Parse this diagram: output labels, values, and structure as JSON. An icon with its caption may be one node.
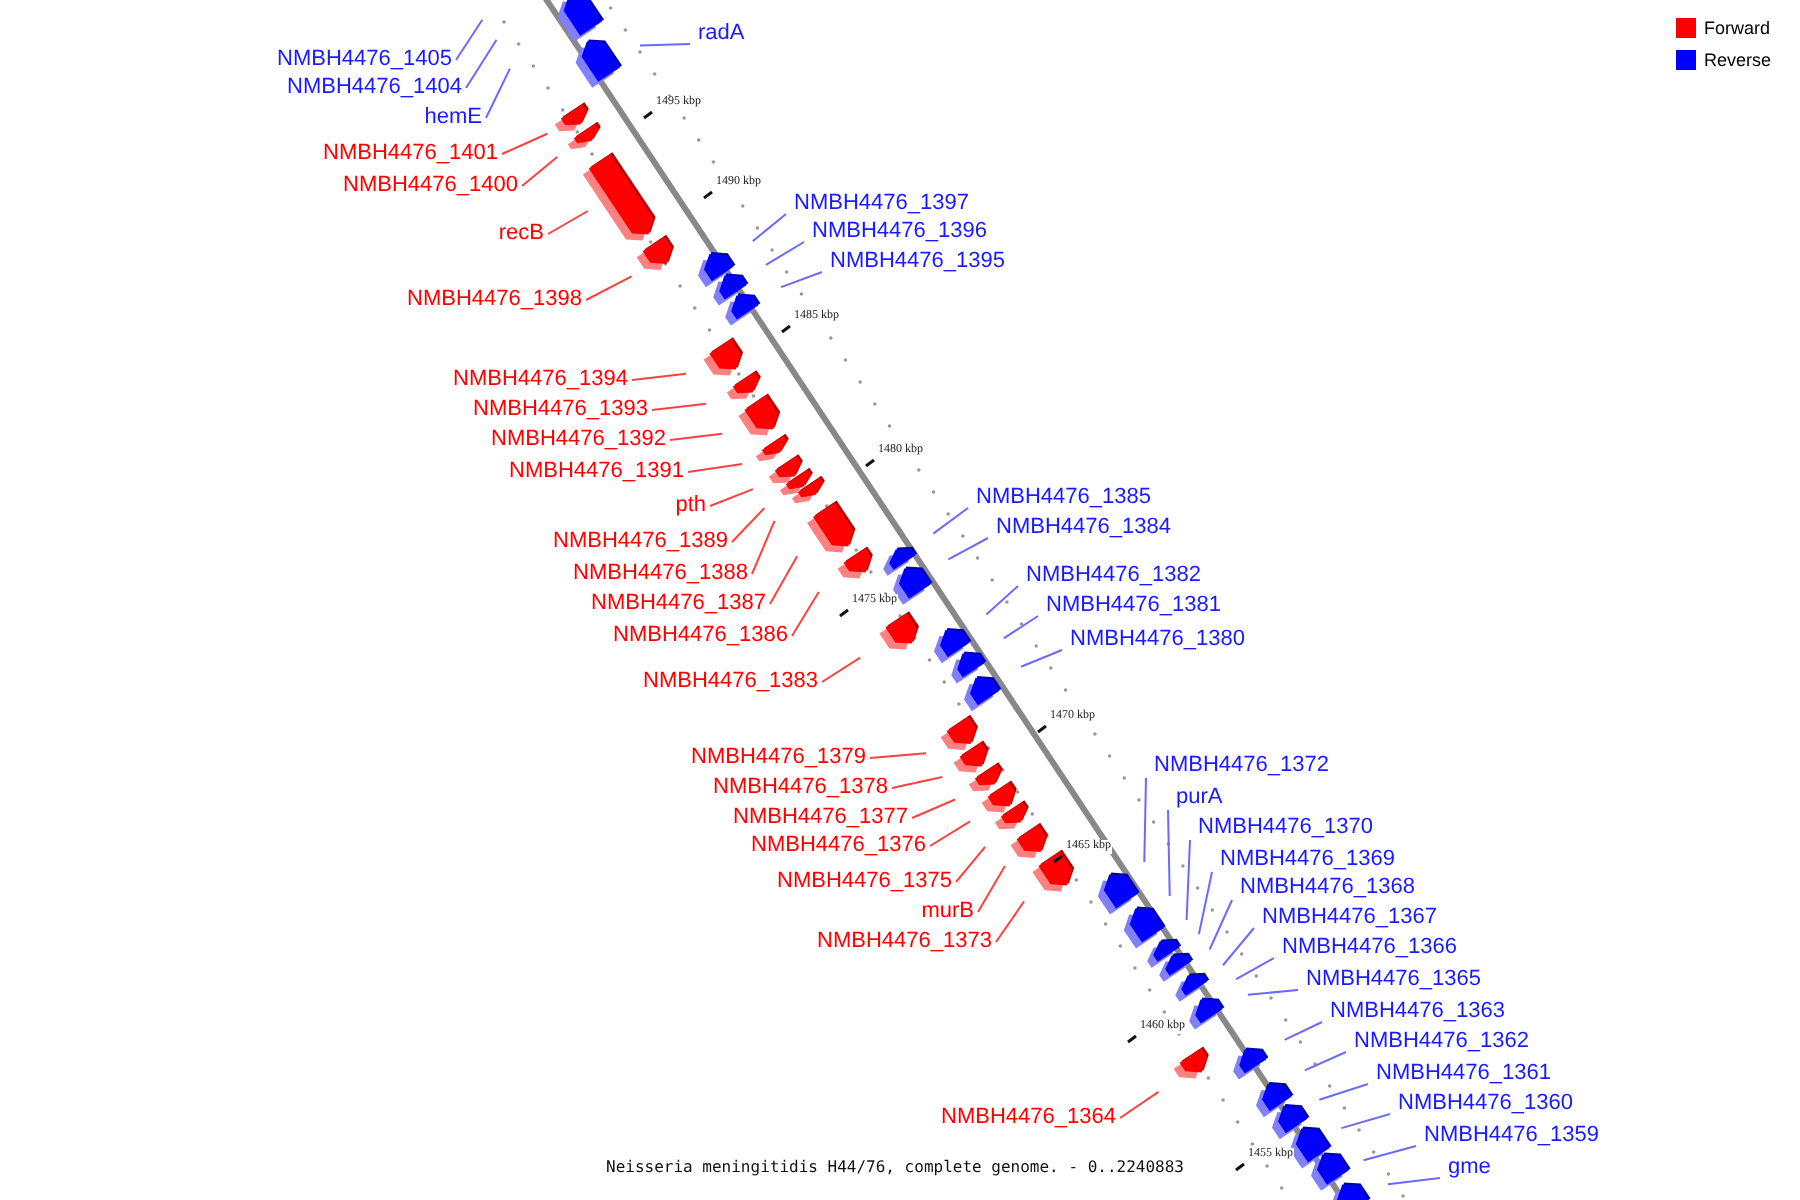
{
  "diagram": {
    "caption": "Neisseria meningitidis H44/76, complete genome. - 0..2240883",
    "nodes": [
      {
        "text": [
          "radA"
        ]
      },
      {
        "text": [
          "NMBH4476_1405"
        ]
      },
      {
        "text": [
          "NMBH4476_1404"
        ]
      },
      {
        "text": [
          "hemE"
        ]
      },
      {
        "text": [
          "NMBH4476_1401"
        ]
      },
      {
        "text": [
          "NMBH4476_1400"
        ]
      },
      {
        "text": [
          "NMBH4476_1397"
        ]
      },
      {
        "text": [
          "NMBH4476_1396"
        ]
      },
      {
        "text": [
          "recB"
        ]
      },
      {
        "text": [
          "NMBH4476_1395"
        ]
      },
      {
        "text": [
          "NMBH4476_1398"
        ]
      },
      {
        "text": [
          "NMBH4476_1394"
        ]
      },
      {
        "text": [
          "NMBH4476_1393"
        ]
      },
      {
        "text": [
          "NMBH4476_1392"
        ]
      },
      {
        "text": [
          "NMBH4476_1391"
        ]
      },
      {
        "text": [
          "NMBH4476_1385"
        ]
      },
      {
        "text": [
          "pth"
        ]
      },
      {
        "text": [
          "NMBH4476_1384"
        ]
      },
      {
        "text": [
          "NMBH4476_1389"
        ]
      },
      {
        "text": [
          "NMBH4476_1388"
        ]
      },
      {
        "text": [
          "NMBH4476_1382"
        ]
      },
      {
        "text": [
          "NMBH4476_1387"
        ]
      },
      {
        "text": [
          "NMBH4476_1381"
        ]
      },
      {
        "text": [
          "NMBH4476_1386"
        ]
      },
      {
        "text": [
          "NMBH4476_1380"
        ]
      },
      {
        "text": [
          "NMBH4476_1383"
        ]
      },
      {
        "text": [
          "NMBH4476_1379"
        ]
      },
      {
        "text": [
          "NMBH4476_1372"
        ]
      },
      {
        "text": [
          "NMBH4476_1378"
        ]
      },
      {
        "text": [
          "purA"
        ]
      },
      {
        "text": [
          "NMBH4476_1377"
        ]
      },
      {
        "text": [
          "NMBH4476_1370"
        ]
      },
      {
        "text": [
          "NMBH4476_1376"
        ]
      },
      {
        "text": [
          "NMBH4476_1369"
        ]
      },
      {
        "text": [
          "NMBH4476_1375"
        ]
      },
      {
        "text": [
          "NMBH4476_1368"
        ]
      },
      {
        "text": [
          "murB"
        ]
      },
      {
        "text": [
          "NMBH4476_1367"
        ]
      },
      {
        "text": [
          "NMBH4476_1373"
        ]
      },
      {
        "text": [
          "NMBH4476_1366"
        ]
      },
      {
        "text": [
          "NMBH4476_1365"
        ]
      },
      {
        "text": [
          "NMBH4476_1363"
        ]
      },
      {
        "text": [
          "NMBH4476_1362"
        ]
      },
      {
        "text": [
          "NMBH4476_1361"
        ]
      },
      {
        "text": [
          "NMBH4476_1360"
        ]
      },
      {
        "text": [
          "NMBH4476_1364"
        ]
      },
      {
        "text": [
          "NMBH4476_1359"
        ]
      },
      {
        "text": [
          "gme"
        ]
      }
    ],
    "edges": [
      {
        "from": 0,
        "to": null,
        "arrow": "none"
      },
      {
        "from": 1,
        "to": null,
        "arrow": "none"
      },
      {
        "from": 2,
        "to": null,
        "arrow": "none"
      },
      {
        "from": 3,
        "to": null,
        "arrow": "none"
      },
      {
        "from": 4,
        "to": null,
        "arrow": "none",
        "color": "#ff4040"
      },
      {
        "from": 5,
        "to": null,
        "arrow": "none",
        "color": "#ff4040"
      },
      {
        "from": 6,
        "to": null,
        "arrow": "none"
      },
      {
        "from": 7,
        "to": null,
        "arrow": "none"
      },
      {
        "from": 8,
        "to": null,
        "arrow": "none",
        "color": "#ff4040"
      },
      {
        "from": 9,
        "to": null,
        "arrow": "none"
      },
      {
        "from": 10,
        "to": null,
        "arrow": "none",
        "color": "#ff4040"
      },
      {
        "from": 11,
        "to": null,
        "arrow": "none",
        "color": "#ff4040"
      },
      {
        "from": 12,
        "to": null,
        "arrow": "none",
        "color": "#ff4040"
      },
      {
        "from": 13,
        "to": null,
        "arrow": "none",
        "color": "#ff4040"
      },
      {
        "from": 14,
        "to": null,
        "arrow": "none",
        "color": "#ff4040"
      },
      {
        "from": 15,
        "to": null,
        "arrow": "none"
      },
      {
        "from": 16,
        "to": null,
        "arrow": "none",
        "color": "#ff4040"
      },
      {
        "from": 17,
        "to": null,
        "arrow": "none"
      },
      {
        "from": 18,
        "to": null,
        "arrow": "none",
        "color": "#ff4040"
      },
      {
        "from": 19,
        "to": null,
        "arrow": "none",
        "color": "#ff4040"
      },
      {
        "from": 20,
        "to": null,
        "arrow": "none"
      },
      {
        "from": 21,
        "to": null,
        "arrow": "none",
        "color": "#ff4040"
      },
      {
        "from": 22,
        "to": null,
        "arrow": "none"
      },
      {
        "from": 23,
        "to": null,
        "arrow": "none",
        "color": "#ff4040"
      },
      {
        "from": 24,
        "to": null,
        "arrow": "none"
      },
      {
        "from": 25,
        "to": null,
        "arrow": "none",
        "color": "#ff4040"
      },
      {
        "from": 26,
        "to": null,
        "arrow": "none",
        "color": "#ff4040"
      },
      {
        "from": 27,
        "to": null,
        "arrow": "none"
      },
      {
        "from": 28,
        "to": null,
        "arrow": "none",
        "color": "#ff4040"
      },
      {
        "from": 29,
        "to": null,
        "arrow": "none"
      },
      {
        "from": 30,
        "to": null,
        "arrow": "none",
        "color": "#ff4040"
      },
      {
        "from": 31,
        "to": null,
        "arrow": "none"
      },
      {
        "from": 32,
        "to": null,
        "arrow": "none",
        "color": "#ff4040"
      },
      {
        "from": 33,
        "to": null,
        "arrow": "none"
      },
      {
        "from": 34,
        "to": null,
        "arrow": "none",
        "color": "#ff4040"
      },
      {
        "from": 35,
        "to": null,
        "arrow": "none"
      },
      {
        "from": 36,
        "to": null,
        "arrow": "none",
        "color": "#ff4040"
      },
      {
        "from": 37,
        "to": null,
        "arrow": "none"
      },
      {
        "from": 38,
        "to": null,
        "arrow": "none",
        "color": "#ff4040"
      },
      {
        "from": 39,
        "to": null,
        "arrow": "none"
      },
      {
        "from": 40,
        "to": null,
        "arrow": "none"
      },
      {
        "from": 41,
        "to": null,
        "arrow": "none"
      },
      {
        "from": 42,
        "to": null,
        "arrow": "none"
      },
      {
        "from": 43,
        "to": null,
        "arrow": "none"
      },
      {
        "from": 44,
        "to": null,
        "arrow": "none"
      },
      {
        "from": 45,
        "to": null,
        "arrow": "none",
        "color": "#ff4040"
      },
      {
        "from": 46,
        "to": null,
        "arrow": "none"
      },
      {
        "from": 47,
        "to": null,
        "arrow": "none"
      }
    ],
    "labels": [
      "1495 kbp",
      "1490 kbp",
      "1485 kbp",
      "1480 kbp",
      "1475 kbp",
      "1470 kbp",
      "1465 kbp",
      "1460 kbp",
      "1455 kbp"
    ],
    "legend": [
      {
        "text": "Forward",
        "color": "#ff0000"
      },
      {
        "text": "Reverse",
        "color": "#0000ff"
      }
    ]
  }
}
